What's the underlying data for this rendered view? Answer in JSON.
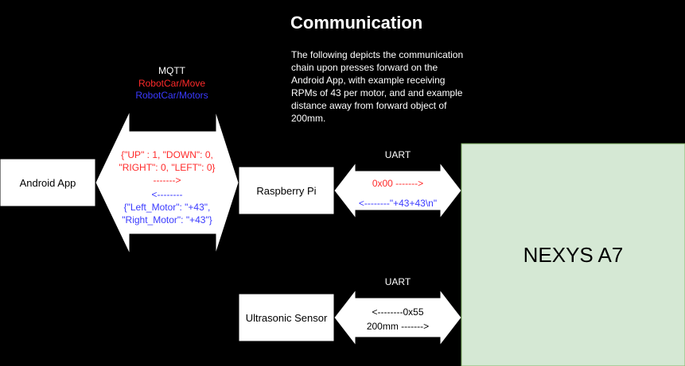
{
  "title": "Communication",
  "description": "The following depicts the communication chain upon presses forward on the Android App, with example receiving RPMs of 43 per motor, and and example distance away from forward object of 200mm.",
  "colors": {
    "background": "#000000",
    "red_text": "#ff2a2a",
    "blue_text": "#3a3aff",
    "nexys_fill": "#d5e8d4"
  },
  "nodes": {
    "android_app": "Android App",
    "raspberry_pi": "Raspberry Pi",
    "ultrasonic_sensor": "Ultrasonic Sensor",
    "nexys": "NEXYS A7"
  },
  "mqtt": {
    "label": "MQTT",
    "topic_move": "RobotCar/Move",
    "topic_motors": "RobotCar/Motors",
    "send_line1": "{\"UP\" : 1, \"DOWN\": 0,",
    "send_line2": "\"RIGHT\": 0, \"LEFT\": 0}",
    "send_arrow": "------->",
    "recv_arrow": "<--------",
    "recv_line1": "{\"Left_Motor\": \"+43\",",
    "recv_line2": "\"Right_Motor\": \"+43\"}"
  },
  "uart_pi": {
    "label": "UART",
    "send": "0x00 ------->",
    "recv": "<--------\"+43+43\\n\""
  },
  "uart_sensor": {
    "label": "UART",
    "line1": "<--------0x55",
    "line2": "200mm ------->"
  }
}
